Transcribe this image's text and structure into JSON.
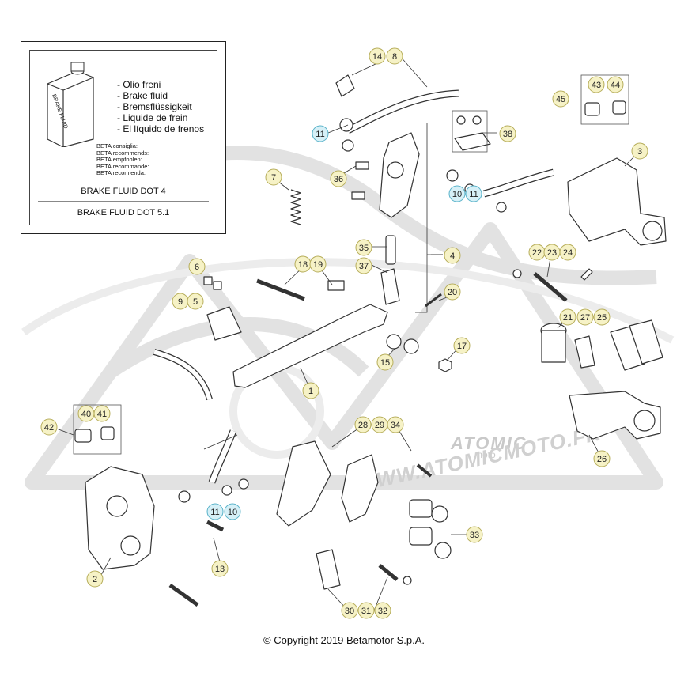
{
  "fluid_box": {
    "can_label": "BRAKE FLUID",
    "languages": [
      "- Olio freni",
      "- Brake fluid",
      "- Bremsflüssigkeit",
      "- Liquide de frein",
      "- El líquido de frenos"
    ],
    "recommends": [
      "BETA consiglia:",
      "BETA recommends:",
      "BETA empfohlen:",
      "BETA recommandé:",
      "BETA recomienda:"
    ],
    "grade1": "BRAKE FLUID DOT 4",
    "grade2": "BRAKE FLUID DOT 5.1"
  },
  "watermark": {
    "logo": "ATOMIC",
    "sub": "moto",
    "url": "WWW.ATOMICMOTO.FR"
  },
  "copyright": "© Copyright 2019 Betamotor S.p.A.",
  "callouts": [
    {
      "n": "14",
      "c": "yellow"
    },
    {
      "n": "8",
      "c": "yellow"
    },
    {
      "n": "45",
      "c": "yellow"
    },
    {
      "n": "43",
      "c": "yellow"
    },
    {
      "n": "44",
      "c": "yellow"
    },
    {
      "n": "11",
      "c": "blue"
    },
    {
      "n": "38",
      "c": "yellow"
    },
    {
      "n": "3",
      "c": "yellow"
    },
    {
      "n": "7",
      "c": "yellow"
    },
    {
      "n": "36",
      "c": "yellow"
    },
    {
      "n": "10",
      "c": "blue"
    },
    {
      "n": "11",
      "c": "blue"
    },
    {
      "n": "6",
      "c": "yellow"
    },
    {
      "n": "18",
      "c": "yellow"
    },
    {
      "n": "19",
      "c": "yellow"
    },
    {
      "n": "35",
      "c": "yellow"
    },
    {
      "n": "37",
      "c": "yellow"
    },
    {
      "n": "4",
      "c": "yellow"
    },
    {
      "n": "22",
      "c": "yellow"
    },
    {
      "n": "23",
      "c": "yellow"
    },
    {
      "n": "24",
      "c": "yellow"
    },
    {
      "n": "9",
      "c": "yellow"
    },
    {
      "n": "5",
      "c": "yellow"
    },
    {
      "n": "20",
      "c": "yellow"
    },
    {
      "n": "21",
      "c": "yellow"
    },
    {
      "n": "27",
      "c": "yellow"
    },
    {
      "n": "25",
      "c": "yellow"
    },
    {
      "n": "17",
      "c": "yellow"
    },
    {
      "n": "15",
      "c": "yellow"
    },
    {
      "n": "1",
      "c": "yellow"
    },
    {
      "n": "40",
      "c": "yellow"
    },
    {
      "n": "41",
      "c": "yellow"
    },
    {
      "n": "42",
      "c": "yellow"
    },
    {
      "n": "28",
      "c": "yellow"
    },
    {
      "n": "29",
      "c": "yellow"
    },
    {
      "n": "34",
      "c": "yellow"
    },
    {
      "n": "26",
      "c": "yellow"
    },
    {
      "n": "11",
      "c": "blue"
    },
    {
      "n": "10",
      "c": "blue"
    },
    {
      "n": "33",
      "c": "yellow"
    },
    {
      "n": "13",
      "c": "yellow"
    },
    {
      "n": "2",
      "c": "yellow"
    },
    {
      "n": "30",
      "c": "yellow"
    },
    {
      "n": "31",
      "c": "yellow"
    },
    {
      "n": "32",
      "c": "yellow"
    }
  ],
  "colors": {
    "yellow_fill": "#f6f2c6",
    "yellow_stroke": "#b6ad5a",
    "blue_fill": "#d6f0f7",
    "blue_stroke": "#58b2c9",
    "line": "#333333"
  }
}
